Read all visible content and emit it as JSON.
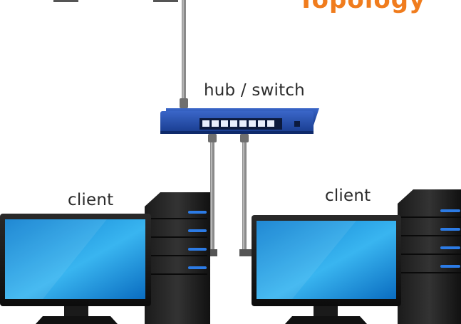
{
  "diagram": {
    "title": "Topology",
    "switch_label": "hub / switch",
    "client_left_label": "client",
    "client_right_label": "client",
    "switch_port_count": 8
  },
  "colors": {
    "title": "#f07c1d",
    "switch_body": "#1f4aa8",
    "screen": "#1aa3e8",
    "tower_led": "#2c7be5",
    "cable": "#8a8a8a"
  }
}
